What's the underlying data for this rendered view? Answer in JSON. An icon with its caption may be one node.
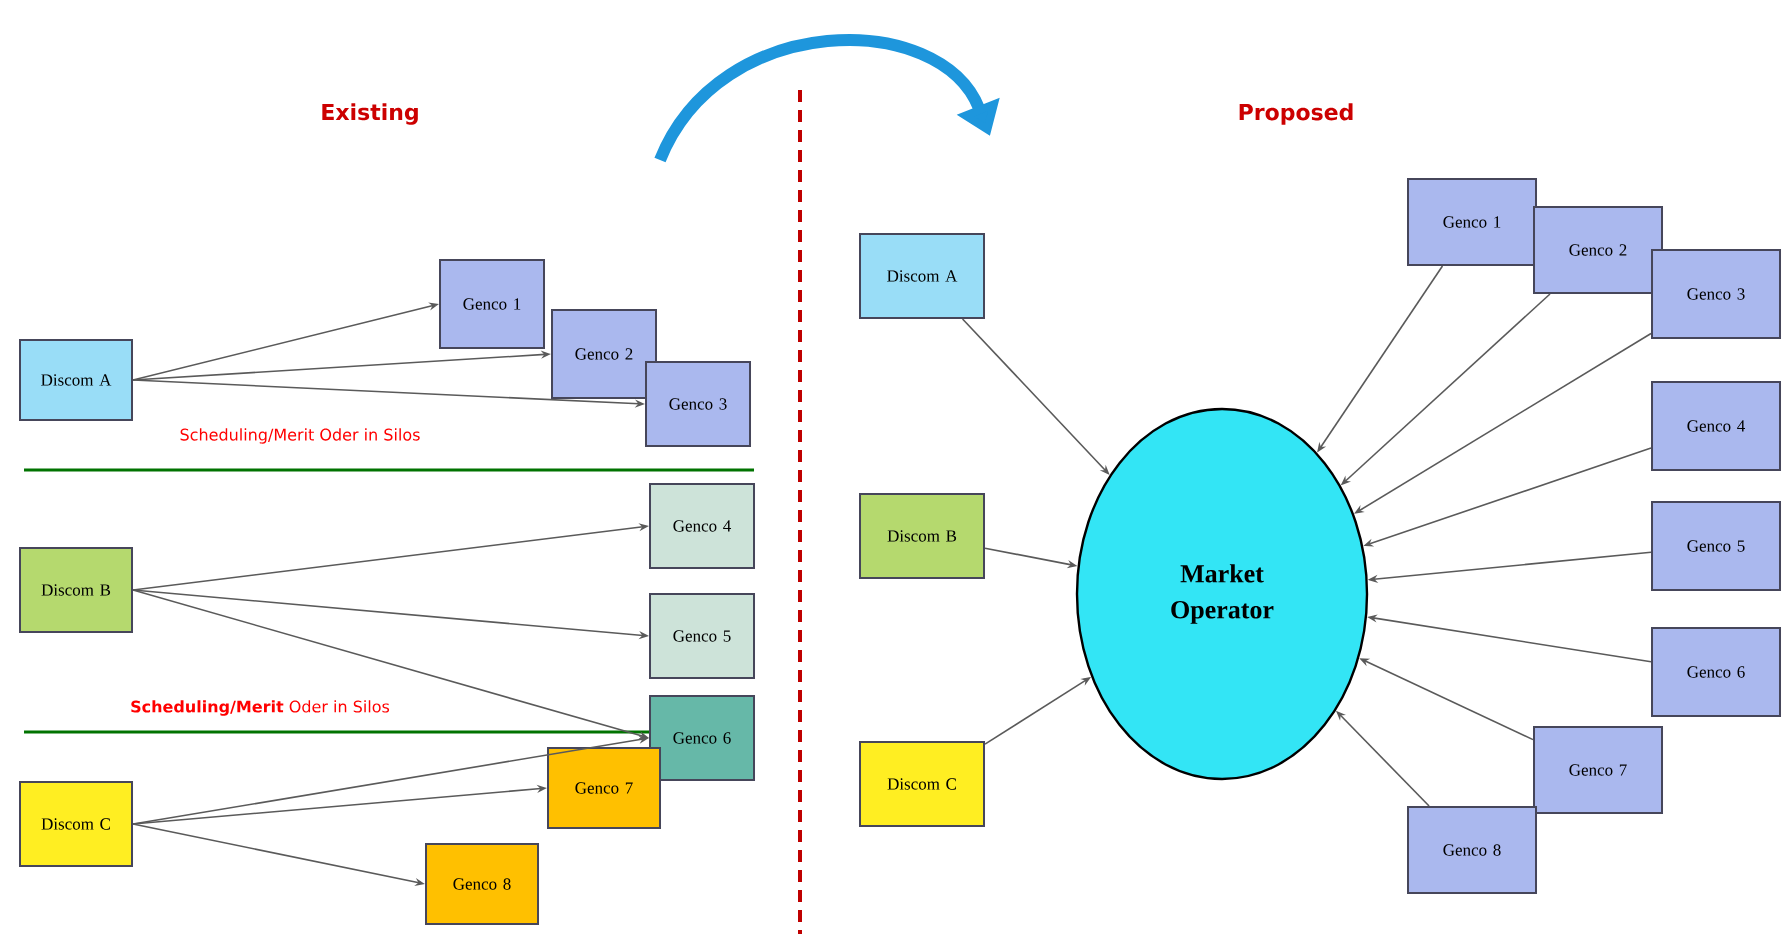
{
  "diagram": {
    "nodes": [
      {
        "text": [
          "Discom A"
        ]
      },
      {
        "text": [
          "Genco 1"
        ]
      },
      {
        "text": [
          "Genco 2"
        ]
      },
      {
        "text": [
          "Genco 3"
        ]
      },
      {
        "text": [
          "Discom B"
        ]
      },
      {
        "text": [
          "Genco 4"
        ]
      },
      {
        "text": [
          "Genco 5"
        ]
      },
      {
        "text": [
          "Genco 6"
        ]
      },
      {
        "text": [
          "Discom C"
        ]
      },
      {
        "text": [
          "Genco 7"
        ]
      },
      {
        "text": [
          "Genco 8"
        ]
      },
      {
        "text": [
          "Discom A"
        ]
      },
      {
        "text": [
          "Discom B"
        ]
      },
      {
        "text": [
          "Discom C"
        ]
      },
      {
        "text": [
          "Market Operator"
        ]
      },
      {
        "text": [
          "Genco 1"
        ]
      },
      {
        "text": [
          "Genco 2"
        ]
      },
      {
        "text": [
          "Genco 3"
        ]
      },
      {
        "text": [
          "Genco 4"
        ]
      },
      {
        "text": [
          "Genco 5"
        ]
      },
      {
        "text": [
          "Genco 6"
        ]
      },
      {
        "text": [
          "Genco 7"
        ]
      },
      {
        "text": [
          "Genco 8"
        ]
      }
    ],
    "edges": [
      {
        "from": 0,
        "to": 1,
        "arrow": "to"
      },
      {
        "from": 0,
        "to": 2,
        "arrow": "to"
      },
      {
        "from": 0,
        "to": 3,
        "arrow": "to"
      },
      {
        "from": 4,
        "to": 5,
        "arrow": "to"
      },
      {
        "from": 4,
        "to": 6,
        "arrow": "to"
      },
      {
        "from": 4,
        "to": 7,
        "arrow": "to"
      },
      {
        "from": 8,
        "to": 7,
        "arrow": "to"
      },
      {
        "from": 8,
        "to": 9,
        "arrow": "to"
      },
      {
        "from": 8,
        "to": 10,
        "arrow": "to"
      },
      {
        "from": 11,
        "to": 14,
        "arrow": "to"
      },
      {
        "from": 12,
        "to": 14,
        "arrow": "to"
      },
      {
        "from": 13,
        "to": 14,
        "arrow": "to"
      },
      {
        "from": 15,
        "to": 14,
        "arrow": "to"
      },
      {
        "from": 16,
        "to": 14,
        "arrow": "to"
      },
      {
        "from": 17,
        "to": 14,
        "arrow": "to"
      },
      {
        "from": 18,
        "to": 14,
        "arrow": "to"
      },
      {
        "from": 19,
        "to": 14,
        "arrow": "to"
      },
      {
        "from": 20,
        "to": 14,
        "arrow": "to"
      },
      {
        "from": 21,
        "to": 14,
        "arrow": "to"
      },
      {
        "from": 22,
        "to": 14,
        "arrow": "to"
      }
    ],
    "labels": [
      "Existing",
      "Proposed",
      "Scheduling/Merit Oder in Silos",
      "**Scheduling/Merit** Oder in Silos"
    ]
  }
}
